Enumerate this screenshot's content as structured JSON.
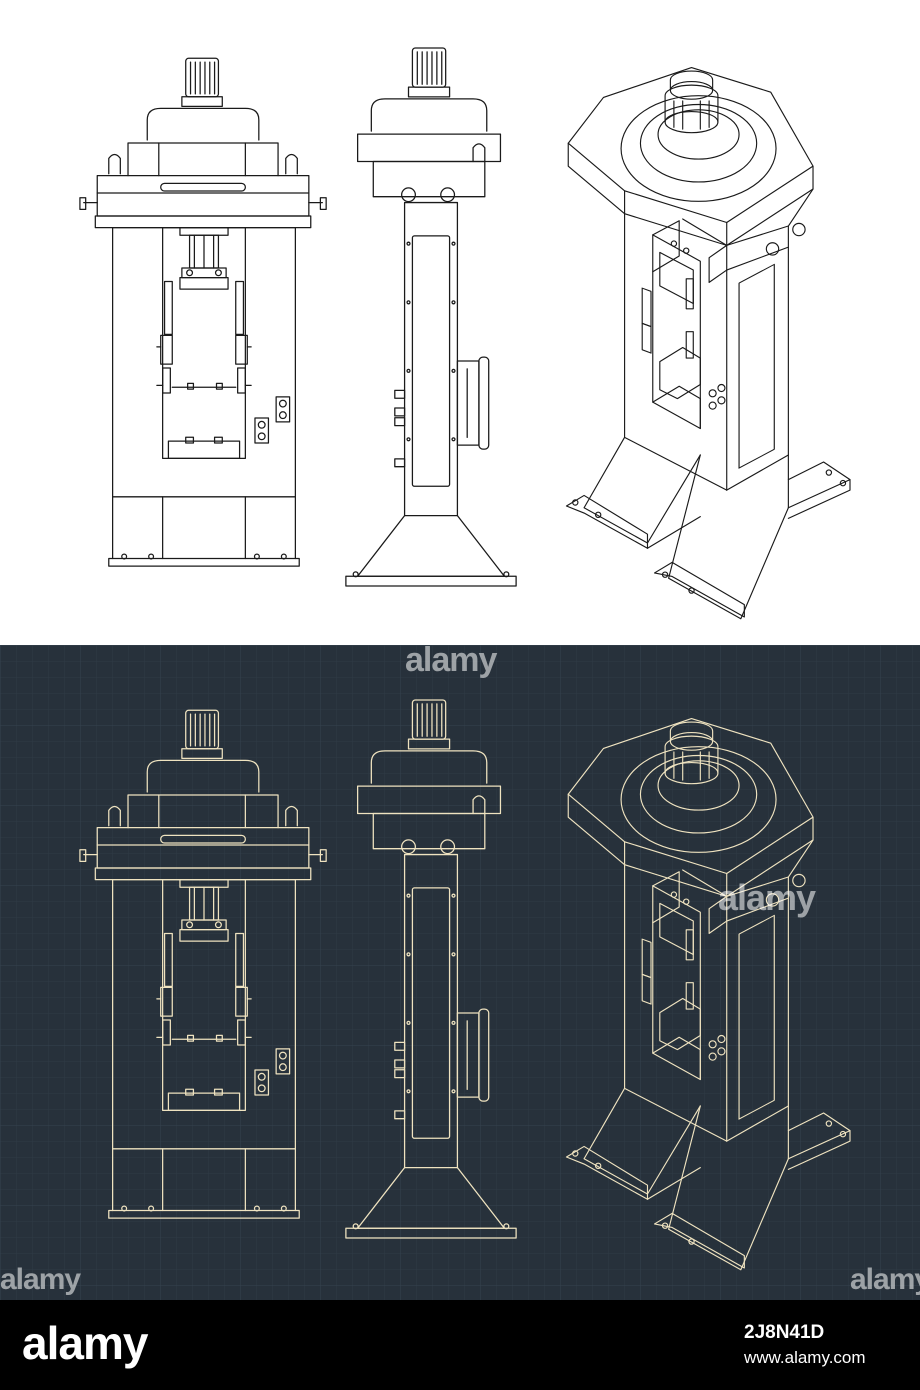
{
  "panels": {
    "light": {
      "background": "#ffffff",
      "line_color": "#1a1a1a"
    },
    "dark": {
      "background": "#27313b",
      "grid_color": "#33404b",
      "line_color": "#efe3c0"
    }
  },
  "views": [
    "front-view",
    "side-view",
    "isometric-view"
  ],
  "watermark": {
    "text": "alamy"
  },
  "footer": {
    "brand": "alamy",
    "image_id": "2J8N41D",
    "url": "www.alamy.com"
  }
}
